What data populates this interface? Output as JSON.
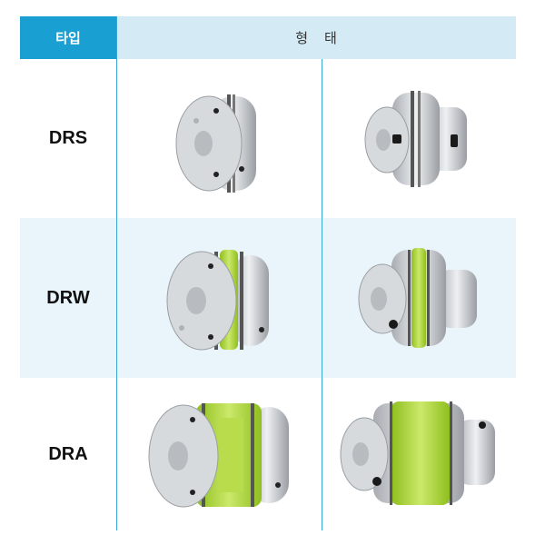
{
  "header": {
    "type_label": "타입",
    "form_label": "형태"
  },
  "rows": [
    {
      "label": "DRS",
      "left_icon": "coupling-drs-front-icon",
      "right_icon": "coupling-drs-clamp-icon"
    },
    {
      "label": "DRW",
      "left_icon": "coupling-drw-front-icon",
      "right_icon": "coupling-drw-clamp-icon"
    },
    {
      "label": "DRA",
      "left_icon": "coupling-dra-front-icon",
      "right_icon": "coupling-dra-clamp-icon"
    }
  ],
  "colors": {
    "header_accent": "#1a9fd2",
    "header_light": "#d4ebf6",
    "row_shade": "#eaf5fb",
    "green_insert": "#a8d32a",
    "metal": "#c9cdd2"
  }
}
